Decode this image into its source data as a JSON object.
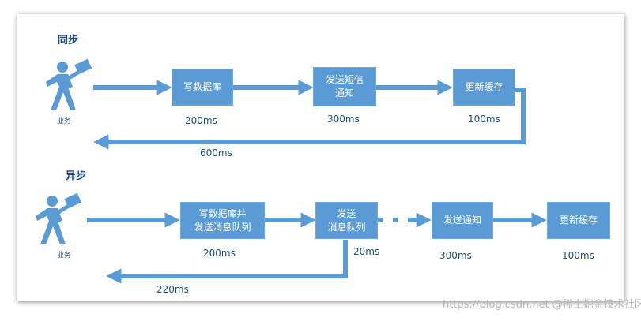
{
  "sync": {
    "title": "同步",
    "actor": "业务",
    "steps": [
      "写数据库",
      "发送短信\n通知",
      "更新缓存"
    ],
    "times": [
      "200ms",
      "300ms",
      "100ms"
    ],
    "total": "600ms"
  },
  "async": {
    "title": "异步",
    "actor": "业务",
    "steps": [
      "写数据库并\n发送消息队列",
      "发送\n消息队列",
      "发送通知",
      "更新缓存"
    ],
    "times": [
      "200ms",
      "20ms",
      "300ms",
      "100ms"
    ],
    "total": "220ms"
  },
  "watermark": "https://blog.csdn.net @稀土掘金技术社区",
  "colors": {
    "box": "#5b9bd5",
    "arrow": "#5b9bd5",
    "text": "#1f4e79"
  }
}
